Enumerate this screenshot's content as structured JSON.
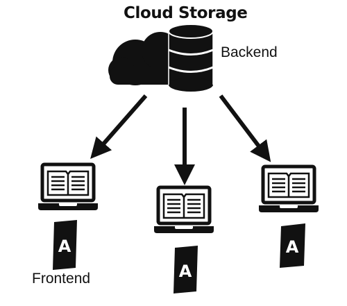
{
  "title": "Cloud Storage",
  "backend_label": "Backend",
  "frontend_label": "Frontend",
  "app_letter": "A",
  "colors": {
    "ink": "#111111",
    "background": "#ffffff"
  },
  "icons": [
    "cloud-icon",
    "database-icon",
    "arrow-icon",
    "laptop-icon",
    "document-icon",
    "app-icon"
  ]
}
